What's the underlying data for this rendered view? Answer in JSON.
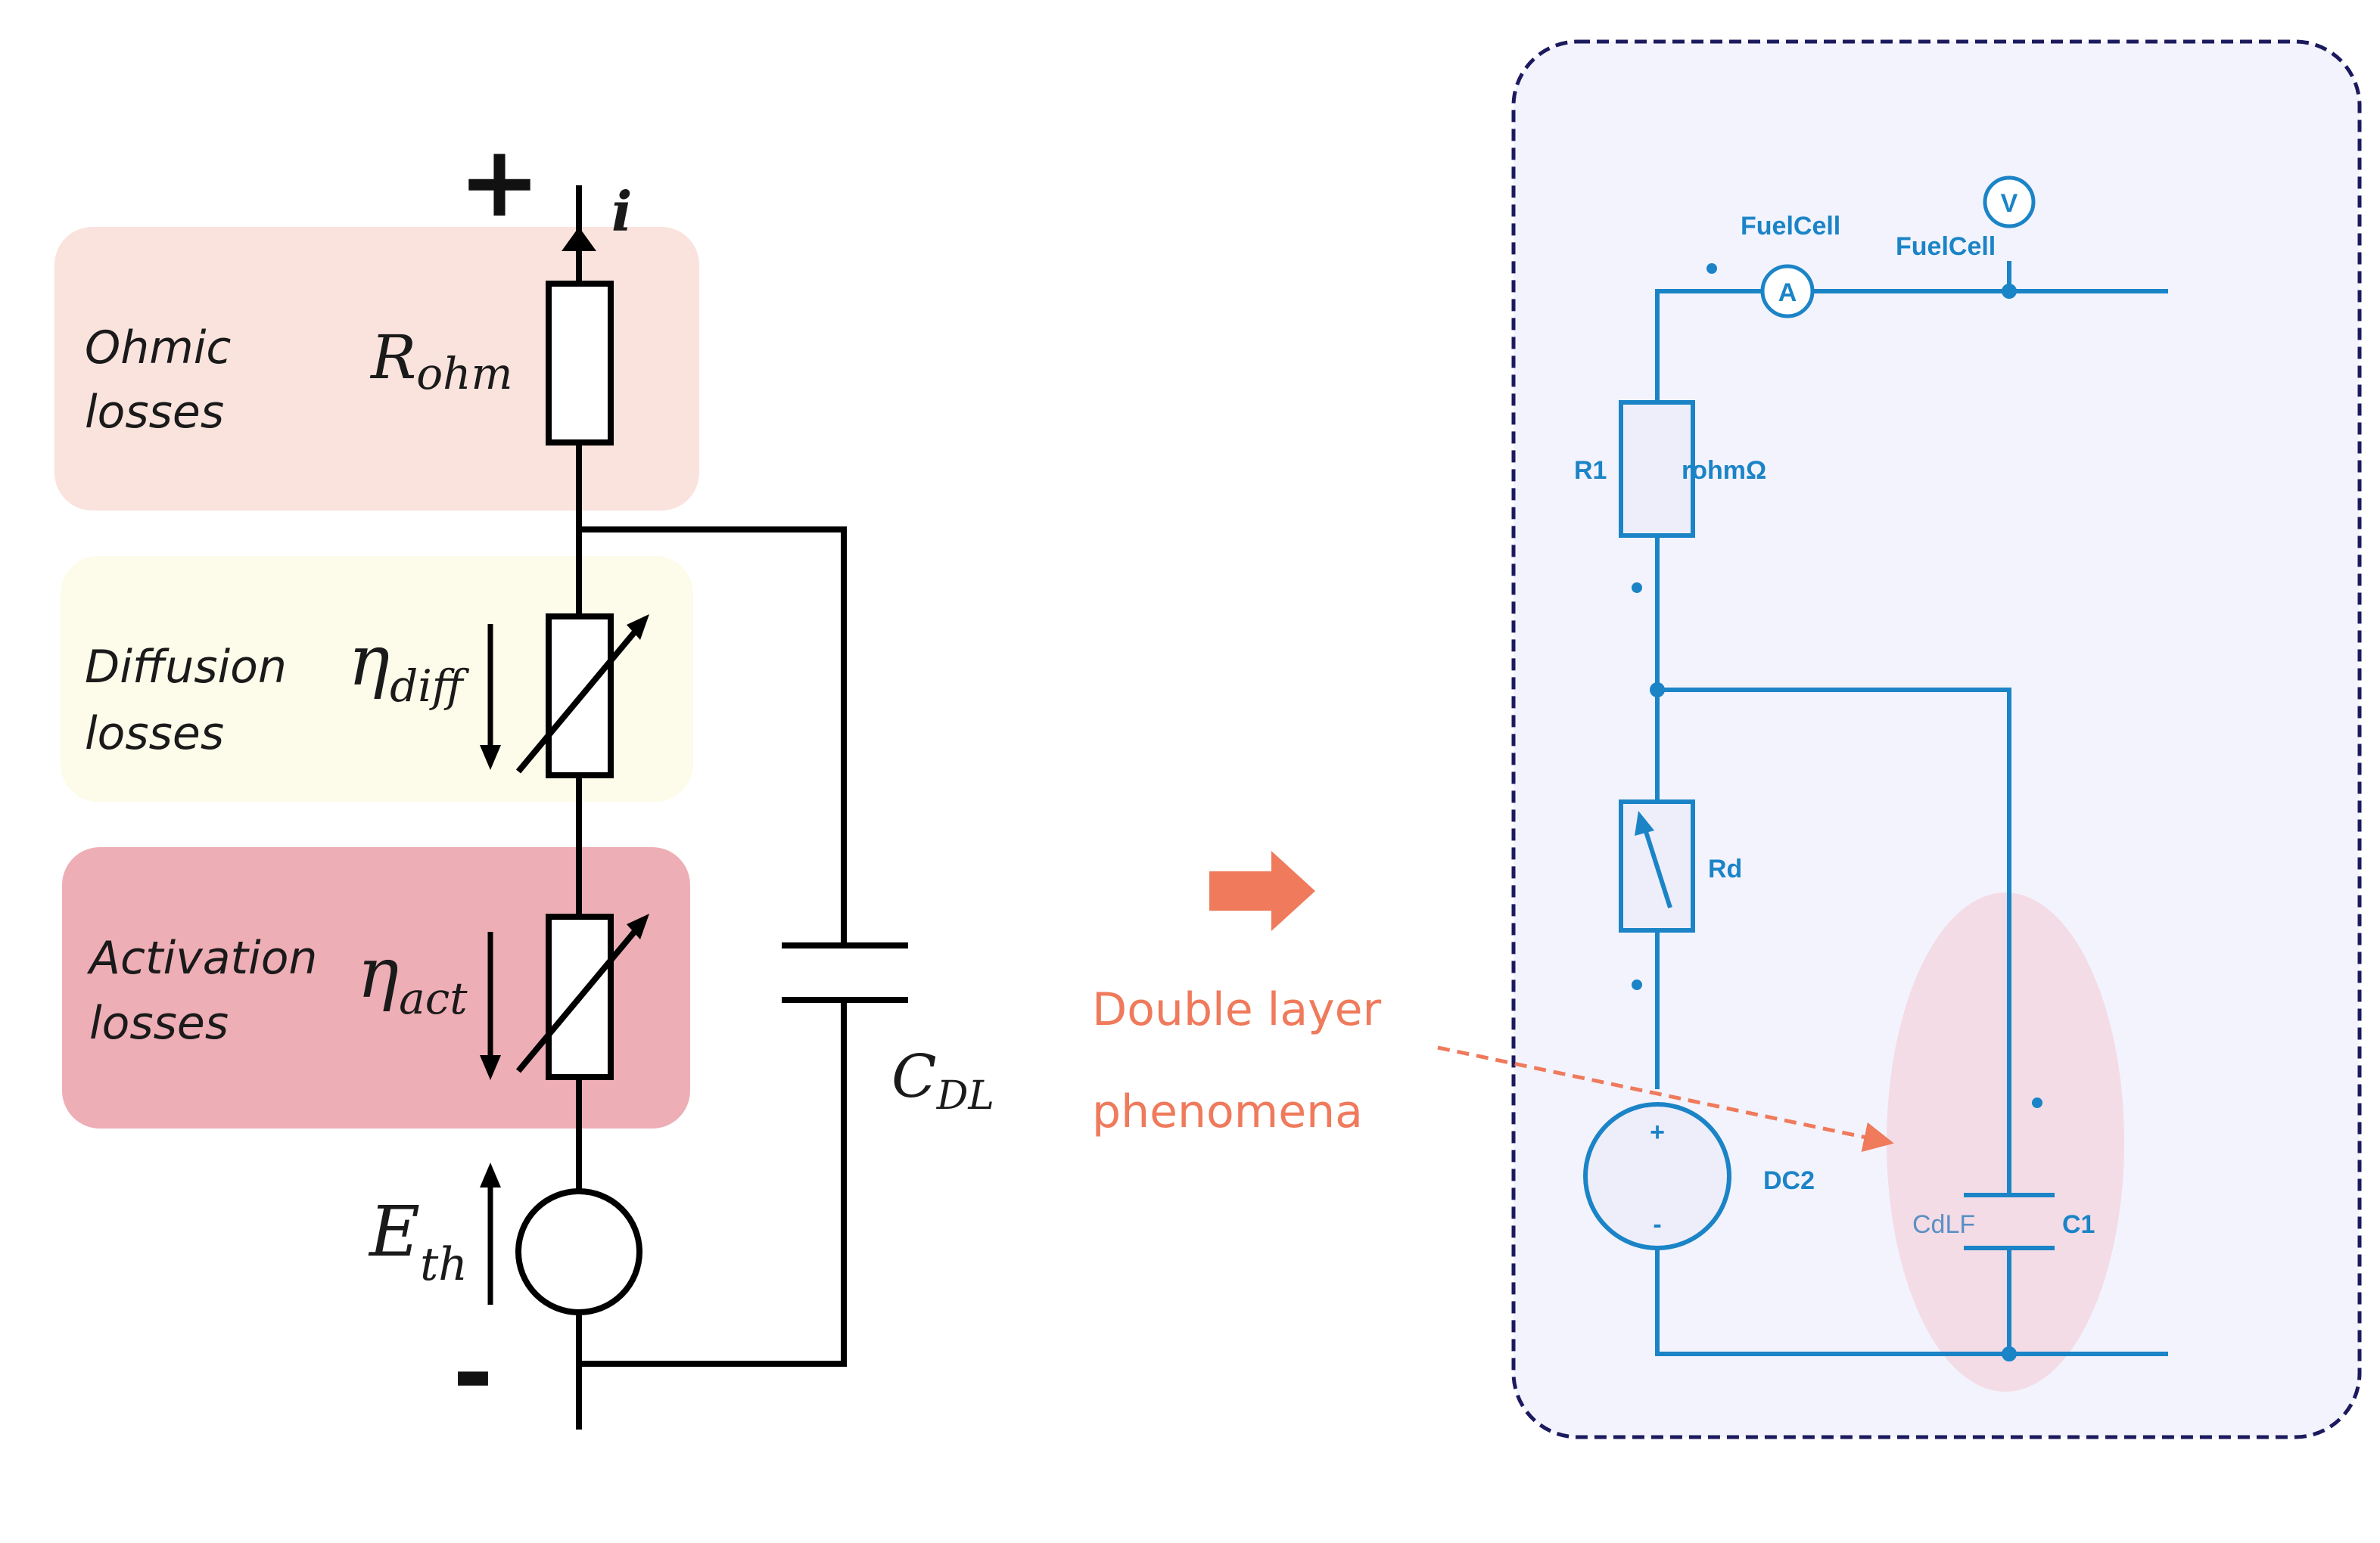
{
  "left_circuit": {
    "terminal_plus": "+",
    "terminal_minus": "-",
    "current_label": "i",
    "blocks": [
      {
        "line1": "Ohmic",
        "line2": "losses",
        "symbol": "R",
        "subscript": "ohm",
        "color": "#fae3dd"
      },
      {
        "line1": "Diffusion",
        "line2": "losses",
        "symbol": "η",
        "subscript": "diff",
        "color": "#fdfbe9"
      },
      {
        "line1": "Activation",
        "line2": "losses",
        "symbol": "η",
        "subscript": "act",
        "color": "#eeaeb6"
      }
    ],
    "source": {
      "symbol": "E",
      "subscript": "th"
    },
    "capacitor": {
      "symbol": "C",
      "subscript": "DL"
    }
  },
  "annotation": {
    "line1": "Double layer",
    "line2": "phenomena",
    "color": "#ef7a5c"
  },
  "simulation": {
    "panel_fill": "#f3f3fd",
    "panel_border": "#1c1a5e",
    "wire_color": "#1b84c7",
    "ammeter_label": "FuelCell",
    "voltmeter_label": "FuelCell",
    "ammeter_symbol": "A",
    "voltmeter_symbol": "V",
    "resistor_name": "R1",
    "resistor_value": "rohmΩ",
    "variable_resistor_name": "Rd",
    "source_name": "DC2",
    "source_plus": "+",
    "source_minus": "-",
    "capacitor_value": "CdLF",
    "capacitor_name": "C1",
    "highlight_color": "#f3d9e3"
  }
}
